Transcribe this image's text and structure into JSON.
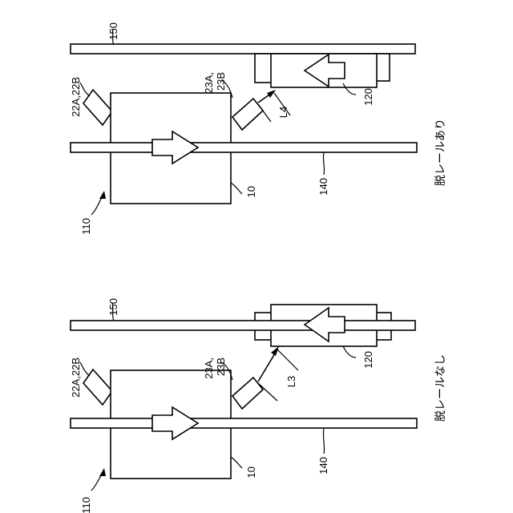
{
  "figures": [
    {
      "caption": "脱レールなし",
      "labels": {
        "vehicle_group": "110",
        "vehicle": "10",
        "own_rail": "140",
        "other_rail": "150",
        "obstacle": "120",
        "front_sensor": "22A,22B",
        "side_sensor_line1": "23A,",
        "side_sensor_line2": "23B",
        "distance": "L3"
      }
    },
    {
      "caption": "脱レールあり",
      "labels": {
        "vehicle_group": "110",
        "vehicle": "10",
        "own_rail": "140",
        "other_rail": "150",
        "obstacle": "120",
        "front_sensor": "22A,22B",
        "side_sensor_line1": "23A,",
        "side_sensor_line2": "23B",
        "distance": "L4"
      }
    }
  ]
}
